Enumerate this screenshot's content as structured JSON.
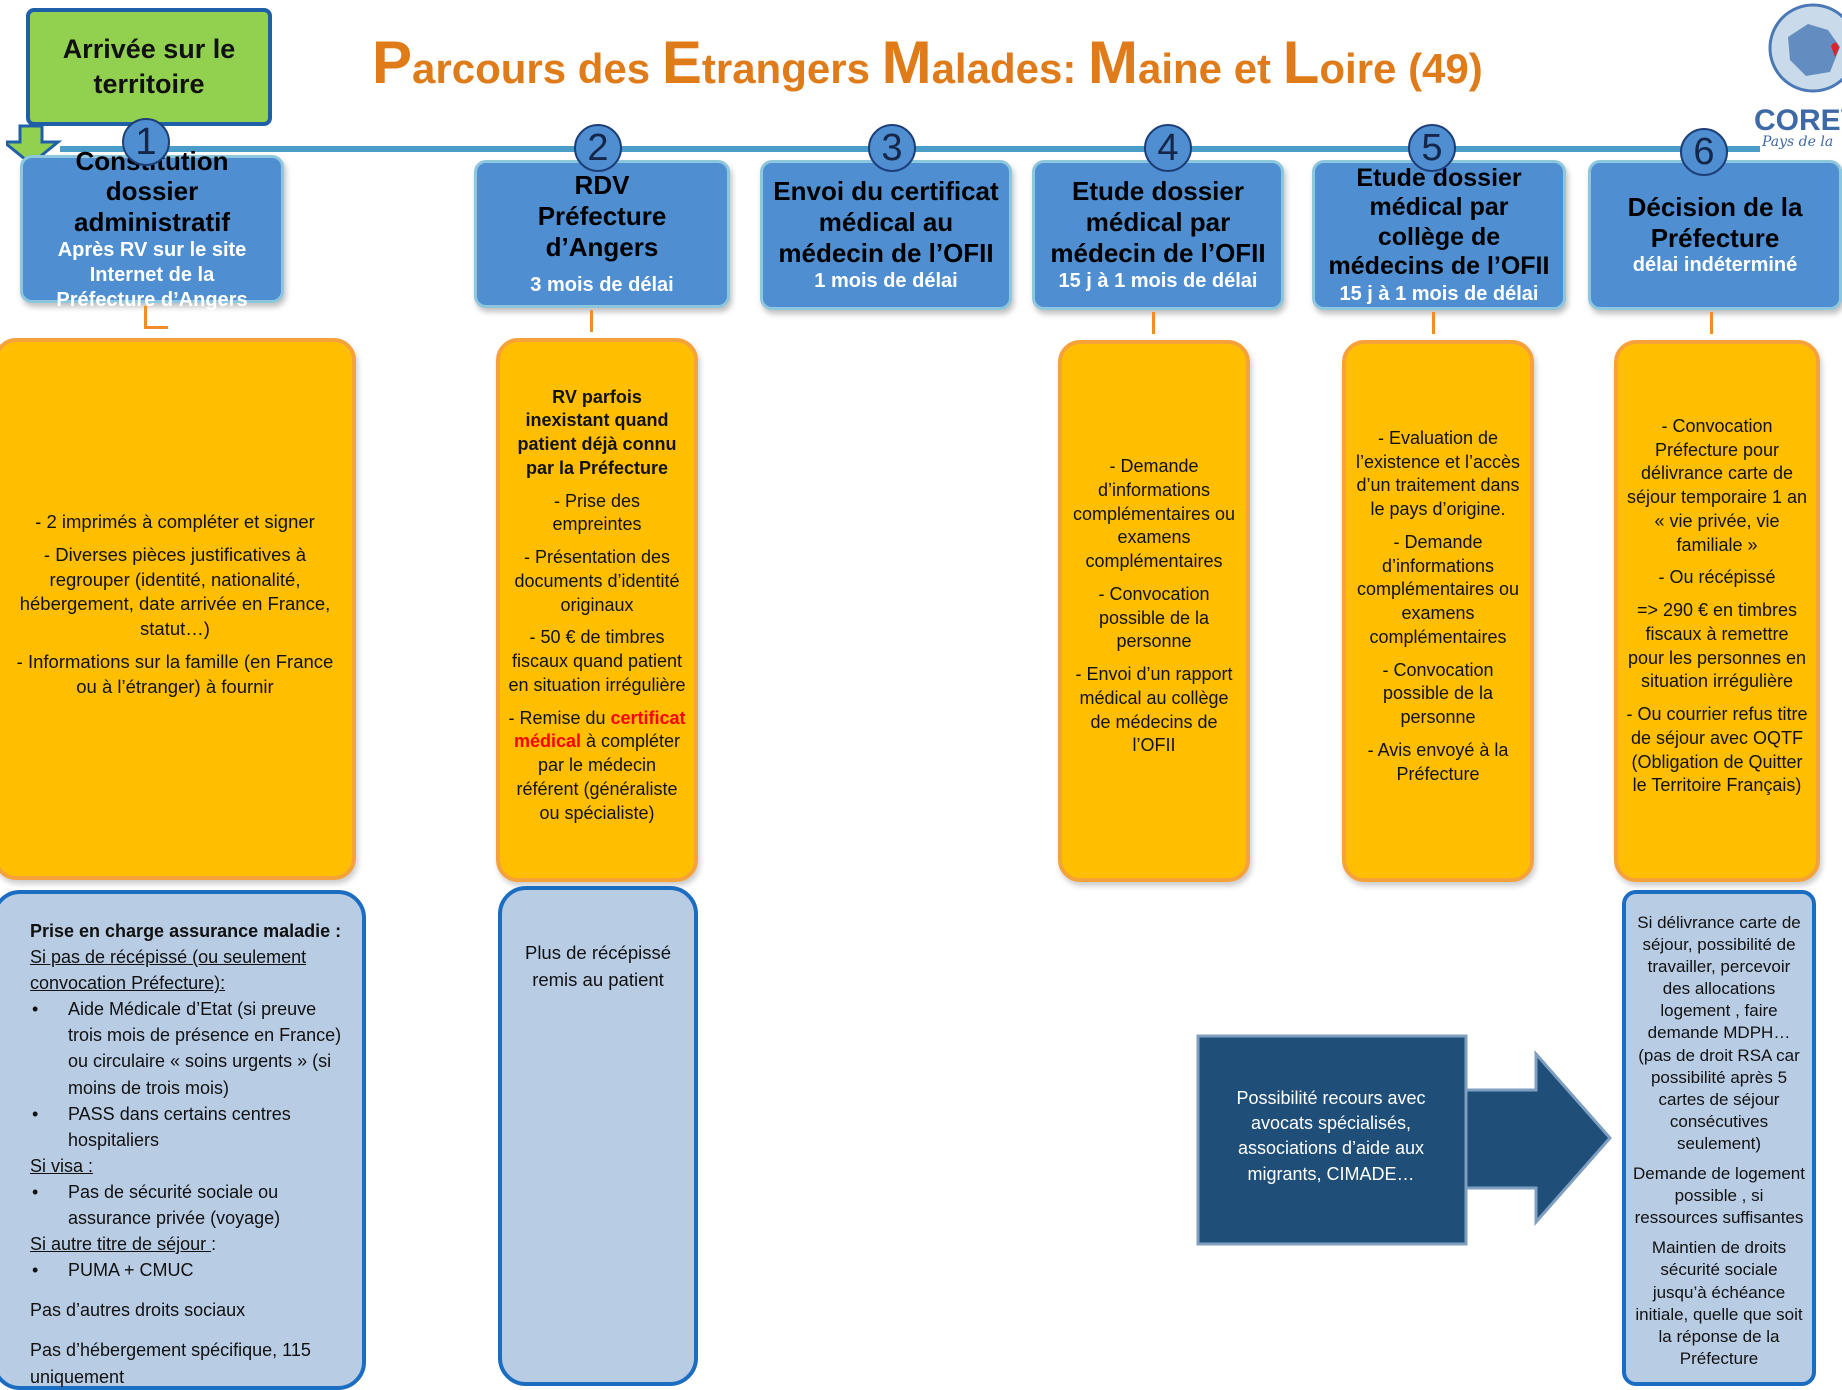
{
  "arrival": {
    "label": "Arrivée sur le territoire"
  },
  "title": {
    "letters": [
      {
        "big": "P",
        "rest": "arcours des "
      },
      {
        "big": "E",
        "rest": "trangers "
      },
      {
        "big": "M",
        "rest": "alades: "
      },
      {
        "big": "M",
        "rest": "aine et "
      },
      {
        "big": "L",
        "rest": "oire (49)"
      }
    ]
  },
  "logo": {
    "text": "COREV",
    "tagline": "Pays de la"
  },
  "steps": [
    {
      "num": "1",
      "title": "Constitution dossier administratif",
      "sub": "Après RV sur le site Internet de  la Préfecture d’Angers"
    },
    {
      "num": "2",
      "title": "RDV Préfecture d’Angers",
      "sub": "3 mois de délai"
    },
    {
      "num": "3",
      "title": "Envoi du certificat médical au médecin de l’OFII",
      "sub": "1 mois de délai"
    },
    {
      "num": "4",
      "title": "Etude dossier médical par médecin de l’OFII",
      "sub": "15 j à 1 mois de délai"
    },
    {
      "num": "5",
      "title": "Etude dossier médical par collège de médecins de l’OFII",
      "sub": "15 j à 1 mois de délai"
    },
    {
      "num": "6",
      "title": "Décision de la Préfecture",
      "sub": "délai indéterminé"
    }
  ],
  "details": {
    "d1": [
      "- 2 imprimés à compléter et signer",
      "- Diverses pièces justificatives à regrouper (identité, nationalité, hébergement, date arrivée en France, statut…)",
      "- Informations sur la famille (en France ou à l’étranger) à fournir"
    ],
    "d2": {
      "bold": "RV parfois inexistant quand patient déjà connu par la Préfecture",
      "items": [
        "- Prise des empreintes",
        "- Présentation des documents d’identité originaux",
        "- 50 € de timbres fiscaux quand patient en situation irrégulière"
      ],
      "last_prefix": "- Remise du ",
      "last_red": "certificat médical",
      "last_suffix": " à compléter par le médecin référent (généraliste ou spécialiste)"
    },
    "d4": [
      "- Demande d’informations complémentaires ou examens complémentaires",
      "- Convocation possible de la personne",
      "- Envoi d’un rapport médical au collège de médecins de l’OFII"
    ],
    "d5": [
      "- Evaluation de l’existence et l’accès d’un traitement dans le pays d’origine.",
      "- Demande d’informations complémentaires ou examens complémentaires",
      "- Convocation possible de la personne",
      "- Avis envoyé à la Préfecture"
    ],
    "d6": [
      "- Convocation Préfecture pour délivrance carte de séjour temporaire 1 an « vie privée, vie familiale »",
      "- Ou récépissé",
      "=> 290 € en timbres fiscaux à remettre pour les personnes en situation irrégulière",
      "- Ou courrier refus titre de séjour avec OQTF (Obligation de Quitter le Territoire Français)"
    ]
  },
  "insurance": {
    "heading": "Prise en charge assurance maladie :",
    "case1": "Si pas de récépissé  (ou seulement convocation Préfecture):",
    "case1_items": [
      "Aide Médicale d’Etat (si preuve trois mois de présence en France) ou circulaire « soins urgents » (si moins de trois mois)",
      "PASS dans certains centres hospitaliers"
    ],
    "case2": "Si visa :",
    "case2_items": [
      "Pas de sécurité sociale ou assurance privée (voyage)"
    ],
    "case3_label": "Si autre titre de séjour ",
    "case3_colon": ":",
    "case3_items": [
      "PUMA + CMUC"
    ],
    "note1": "Pas d’autres droits sociaux",
    "note2": "Pas d’hébergement spécifique, 115 uniquement"
  },
  "receipt": {
    "text": "Plus de récépissé remis au patient"
  },
  "recourse": {
    "text": "Possibilité recours avec avocats spécialisés, associations d’aide aux migrants, CIMADE…"
  },
  "outcome": [
    "Si délivrance carte de séjour, possibilité de travailler, percevoir des allocations logement , faire demande MDPH…(pas de droit RSA car possibilité après 5 cartes de séjour consécutives seulement)",
    "Demande de logement possible , si ressources suffisantes",
    "Maintien de droits sécurité sociale jusqu’à échéance initiale, quelle que soit la réponse de la Préfecture"
  ],
  "colors": {
    "header": "#4f8fd1",
    "yellow": "#ffbf00",
    "blue_box": "#b8cce4",
    "dark_arrow": "#1f4e79",
    "title": "#e07b1a"
  }
}
